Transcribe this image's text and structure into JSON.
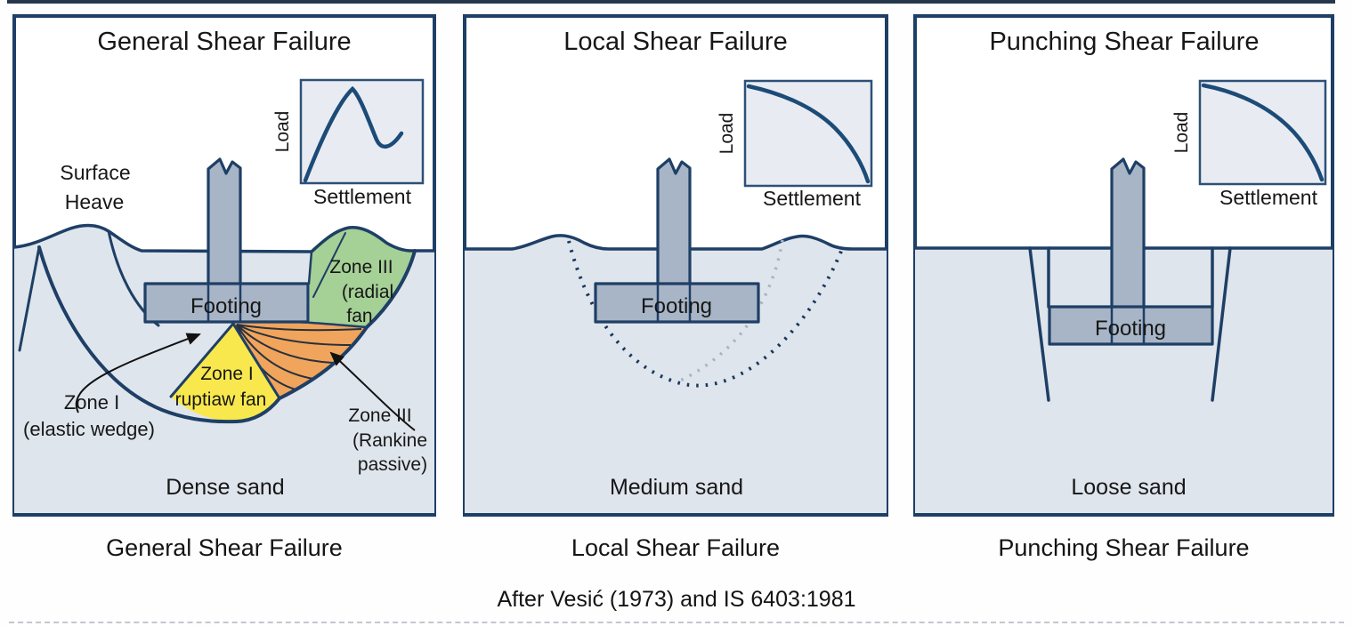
{
  "attribution": "After Vesić (1973) and IS 6403:1981",
  "panels": {
    "general": {
      "title": "General Shear Failure",
      "caption": "General Shear Failure",
      "soil_label": "Dense sand",
      "footing_label": "Footing",
      "heave_label_line1": "Surface",
      "heave_label_line2": "Heave",
      "wedge_label_line1": "Zone I",
      "wedge_label_line2": "ruptiaw fan",
      "elastic_label_line1": "Zone I",
      "elastic_label_line2": "(elastic wedge)",
      "radial_label_line1": "Zone III",
      "radial_label_line2": "(radial",
      "radial_label_line3": "fan",
      "rankine_label_line1": "Zone III",
      "rankine_label_line2": "(Rankine",
      "rankine_label_line3": "passive)",
      "inset": {
        "ylabel": "Load",
        "xlabel": "Settlement"
      }
    },
    "local": {
      "title": "Local Shear Failure",
      "caption": "Local Shear Failure",
      "soil_label": "Medium sand",
      "footing_label": "Footing",
      "inset": {
        "ylabel": "Load",
        "xlabel": "Settlement"
      }
    },
    "punching": {
      "title": "Punching Shear Failure",
      "caption": "Punching Shear Failure",
      "soil_label": "Loose sand",
      "footing_label": "Footing",
      "inset": {
        "ylabel": "Load",
        "xlabel": "Settlement"
      }
    }
  },
  "colors": {
    "outline_navy": "#1e3f66",
    "soil_fill": "#dfe5ec",
    "footing_fill": "#a8b5c7",
    "zone_yellow": "#f8e84d",
    "zone_green": "#a5d096",
    "zone_orange": "#f0a45c",
    "inset_background": "#e8ecf2",
    "inset_curve": "#1d4b77",
    "dashed_gray": "#a9b3c0"
  }
}
